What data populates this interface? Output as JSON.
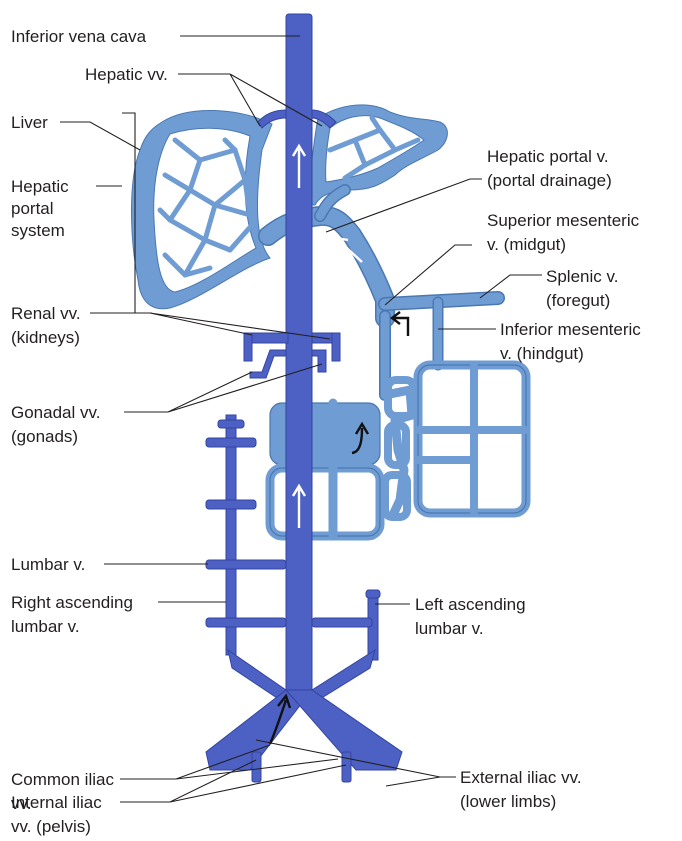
{
  "labels": {
    "inferior_vena_cava": "Inferior vena cava",
    "hepatic_vv": "Hepatic vv.",
    "liver": "Liver",
    "hepatic_portal_system": [
      "Hepatic",
      "portal",
      "system"
    ],
    "hepatic_portal_v": [
      "Hepatic portal v.",
      "(portal drainage)"
    ],
    "superior_mesenteric_v": [
      "Superior mesenteric",
      "v. (midgut)"
    ],
    "splenic_v": [
      "Splenic v.",
      "(foregut)"
    ],
    "inferior_mesenteric_v": [
      "Inferior mesenteric",
      "v. (hindgut)"
    ],
    "renal_vv": [
      "Renal vv.",
      "(kidneys)"
    ],
    "gonadal_vv": [
      "Gonadal vv.",
      "(gonads)"
    ],
    "lumbar_v": "Lumbar v.",
    "right_ascending_lumbar_v": [
      "Right ascending",
      "lumbar v."
    ],
    "left_ascending_lumbar_v": [
      "Left ascending",
      "lumbar v."
    ],
    "common_iliac_vv": [
      "Common iliac",
      "vv."
    ],
    "external_iliac_vv": [
      "External iliac vv.",
      "(lower limbs)"
    ],
    "internal_iliac_vv": [
      "Internal iliac",
      "vv. (pelvis)"
    ]
  },
  "colors": {
    "systemic_veins": "#4d61c4",
    "portal_veins": "#6f9cd3",
    "text": "#231f20"
  }
}
